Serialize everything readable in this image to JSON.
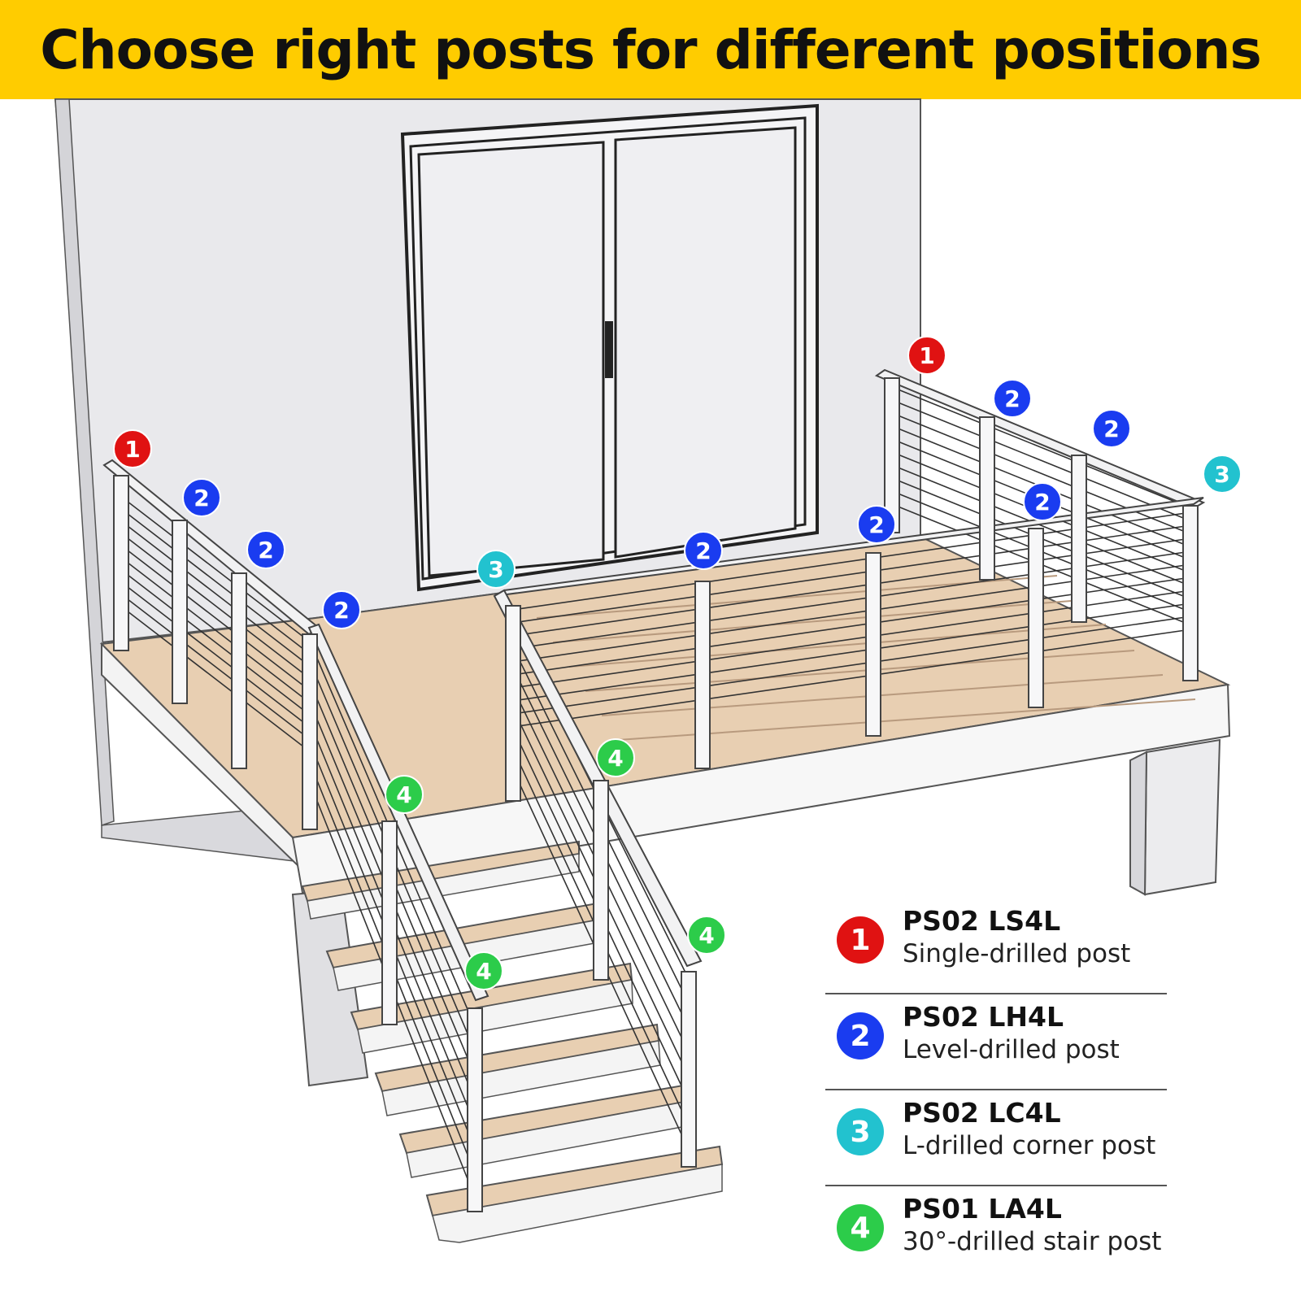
{
  "title": "Choose right posts for different positions",
  "colors": {
    "banner": "#ffcc00",
    "single": "#e01212",
    "level": "#1a3cf0",
    "corner": "#22c2cf",
    "stair": "#2ccc4a",
    "deck": "#e8cfb2",
    "wall": "#e9e9ec"
  },
  "markers": [
    {
      "num": "1",
      "type": "single"
    },
    {
      "num": "2",
      "type": "level"
    },
    {
      "num": "2",
      "type": "level"
    },
    {
      "num": "2",
      "type": "level"
    },
    {
      "num": "3",
      "type": "corner"
    },
    {
      "num": "2",
      "type": "level"
    },
    {
      "num": "2",
      "type": "level"
    },
    {
      "num": "2",
      "type": "level"
    },
    {
      "num": "1",
      "type": "single"
    },
    {
      "num": "2",
      "type": "level"
    },
    {
      "num": "2",
      "type": "level"
    },
    {
      "num": "3",
      "type": "corner"
    },
    {
      "num": "4",
      "type": "stair"
    },
    {
      "num": "4",
      "type": "stair"
    },
    {
      "num": "4",
      "type": "stair"
    },
    {
      "num": "4",
      "type": "stair"
    }
  ],
  "legend": [
    {
      "num": "1",
      "code": "PS02 LS4L",
      "desc": "Single-drilled post",
      "type": "single"
    },
    {
      "num": "2",
      "code": "PS02 LH4L",
      "desc": "Level-drilled post",
      "type": "level"
    },
    {
      "num": "3",
      "code": "PS02 LC4L",
      "desc": "L-drilled corner post",
      "type": "corner"
    },
    {
      "num": "4",
      "code": "PS01 LA4L",
      "desc": "30°-drilled stair post",
      "type": "stair"
    }
  ]
}
